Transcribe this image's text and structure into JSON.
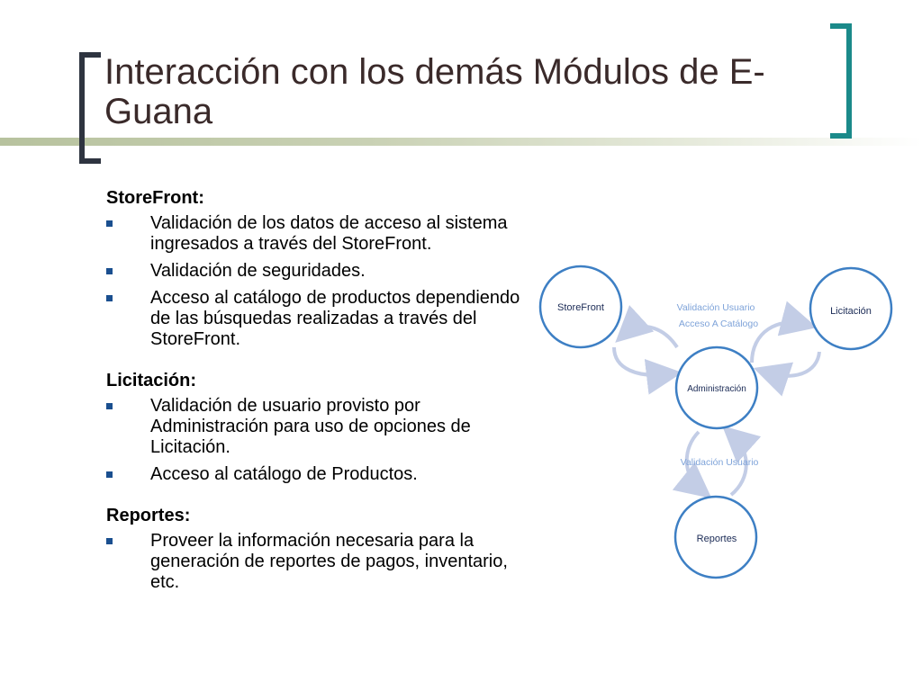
{
  "slide": {
    "title": "Interacción con los demás Módulos de E-Guana"
  },
  "sections": [
    {
      "heading": "StoreFront:",
      "bullets": [
        "Validación de los datos de acceso al sistema ingresados a través del StoreFront.",
        "Validación de seguridades.",
        "Acceso al catálogo de productos dependiendo de las búsquedas realizadas a través del StoreFront."
      ]
    },
    {
      "heading": "Licitación:",
      "bullets": [
        "Validación de usuario provisto por Administración para uso de opciones de Licitación.",
        "Acceso al catálogo de Productos."
      ]
    },
    {
      "heading": "Reportes:",
      "bullets": [
        "Proveer la información  necesaria para la generación de reportes de pagos, inventario, etc."
      ]
    }
  ],
  "diagram": {
    "nodes": {
      "storefront": "StoreFront",
      "licitacion": "Licitación",
      "administracion": "Administración",
      "reportes": "Reportes"
    },
    "labels": {
      "validacion_usuario_top": "Validación Usuario",
      "acceso_catalogo": "Acceso A Catálogo",
      "validacion_usuario_bottom": "Validación Usuario"
    },
    "colors": {
      "circle_stroke": "#3d7fc4",
      "arrow": "#c3cde6",
      "label": "#7ea3d9"
    }
  }
}
